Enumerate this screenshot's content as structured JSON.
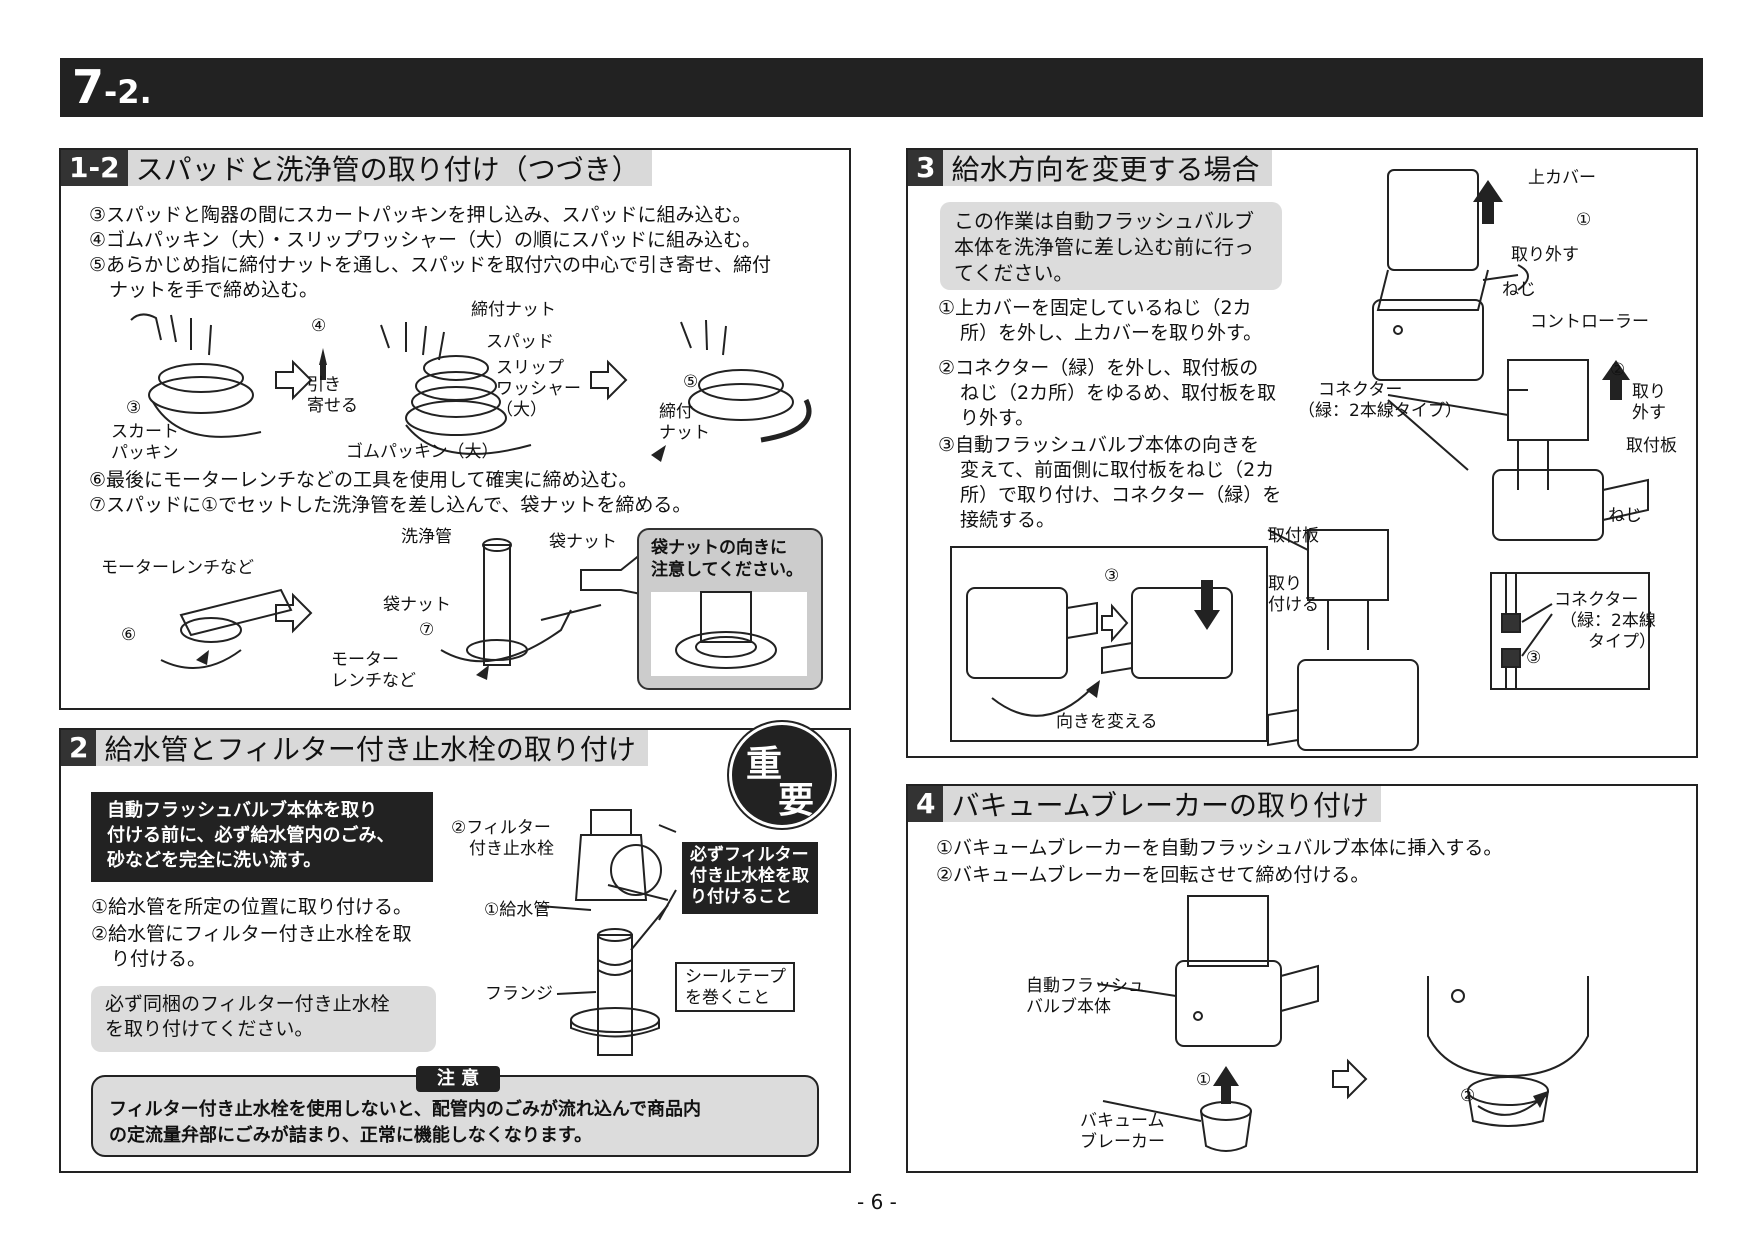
{
  "header": {
    "section_number": "7",
    "section_sub": "-2."
  },
  "panel_1_2": {
    "badge": "1-2",
    "title": "スパッドと洗浄管の取り付け（つづき）",
    "steps_a": [
      "③スパッドと陶器の間にスカートパッキンを押し込み、スパッドに組み込む。",
      "④ゴムパッキン（大）・スリップワッシャー（大）の順にスパッドに組み込む。",
      "⑤あらかじめ指に締付ナットを通し、スパッドを取付穴の中心で引き寄せ、締付",
      "ナットを手で締め込む。"
    ],
    "fig1": {
      "num3": "③",
      "skirt_l1": "スカート",
      "skirt_l2": "パッキン",
      "num4": "④",
      "pull_l1": "引き",
      "pull_l2": "寄せる",
      "nut": "締付ナット",
      "spud": "スパッド",
      "slip_l1": "スリップ",
      "slip_l2": "ワッシャー",
      "slip_l3": "（大）",
      "rubber": "ゴムパッキン（大）",
      "num5": "⑤",
      "tighten_l1": "締付",
      "tighten_l2": "ナット"
    },
    "steps_b": [
      "⑥最後にモーターレンチなどの工具を使用して確実に締め込む。",
      "⑦スパッドに①でセットした洗浄管を差し込んで、袋ナットを締める。"
    ],
    "fig2": {
      "wrench_label": "モーターレンチなど",
      "num6": "⑥",
      "pipe": "洗浄管",
      "bag_nut_top": "袋ナット",
      "bag_nut": "袋ナット",
      "num7": "⑦",
      "wrench2_l1": "モーター",
      "wrench2_l2": "レンチなど",
      "callout_l1": "袋ナットの向きに",
      "callout_l2": "注意してください。"
    }
  },
  "panel_2": {
    "badge": "2",
    "title": "給水管とフィルター付き止水栓の取り付け",
    "important_l1": "重",
    "important_l2": "要",
    "warning_box": [
      "自動フラッシュバルブ本体を取り",
      "付ける前に、必ず給水管内のごみ、",
      "砂などを完全に洗い流す。"
    ],
    "steps": [
      "①給水管を所定の位置に取り付ける。",
      "②給水管にフィルター付き止水栓を取",
      "り付ける。"
    ],
    "note": [
      "必ず同梱のフィルター付き止水栓",
      "を取り付けてください。"
    ],
    "fig": {
      "filter_l1": "②フィルター",
      "filter_l2": "付き止水栓",
      "pipe": "①給水管",
      "flange": "フランジ",
      "must_box": [
        "必ずフィルター",
        "付き止水栓を取",
        "り付けること"
      ],
      "seal_box": [
        "シールテープ",
        "を巻くこと"
      ]
    },
    "caution_title": "注 意",
    "caution_text": [
      "フィルター付き止水栓を使用しないと、配管内のごみが流れ込んで商品内",
      "の定流量弁部にごみが詰まり、正常に機能しなくなります。"
    ]
  },
  "panel_3": {
    "badge": "3",
    "title": "給水方向を変更する場合",
    "note": [
      "この作業は自動フラッシュバルブ",
      "本体を洗浄管に差し込む前に行っ",
      "てください。"
    ],
    "steps": [
      "①上カバーを固定しているねじ（2カ",
      "所）を外し、上カバーを取り外す。",
      "②コネクター（緑）を外し、取付板の",
      "ねじ（2カ所）をゆるめ、取付板を取",
      "り外す。",
      "③自動フラッシュバルブ本体の向きを",
      "変えて、前面側に取付板をねじ（2カ",
      "所）で取り付け、コネクター（緑）を",
      "接続する。"
    ],
    "fig": {
      "top_cover": "上カバー",
      "num1": "①",
      "remove": "取り外す",
      "screw": "ねじ",
      "controller": "コントローラー",
      "num2": "②",
      "remove2_l1": "取り",
      "remove2_l2": "外す",
      "connector_l1": "コネクター",
      "connector_l2": "（緑：2本線タイプ）",
      "plate": "取付板",
      "screw2": "ねじ",
      "num3": "③",
      "turn": "向きを変える",
      "plate2": "取付板",
      "attach_l1": "取り",
      "attach_l2": "付ける",
      "conn_box_l1": "コネクター",
      "conn_box_l2": "（緑：2本線",
      "conn_box_l3": "タイプ）",
      "conn_num3": "③"
    }
  },
  "panel_4": {
    "badge": "4",
    "title": "バキュームブレーカーの取り付け",
    "steps": [
      "①バキュームブレーカーを自動フラッシュバルブ本体に挿入する。",
      "②バキュームブレーカーを回転させて締め付ける。"
    ],
    "fig": {
      "body_l1": "自動フラッシュ",
      "body_l2": "バルブ本体",
      "num1": "①",
      "vb_l1": "バキューム",
      "vb_l2": "ブレーカー",
      "num2": "②"
    }
  },
  "page_number": "- 6 -"
}
